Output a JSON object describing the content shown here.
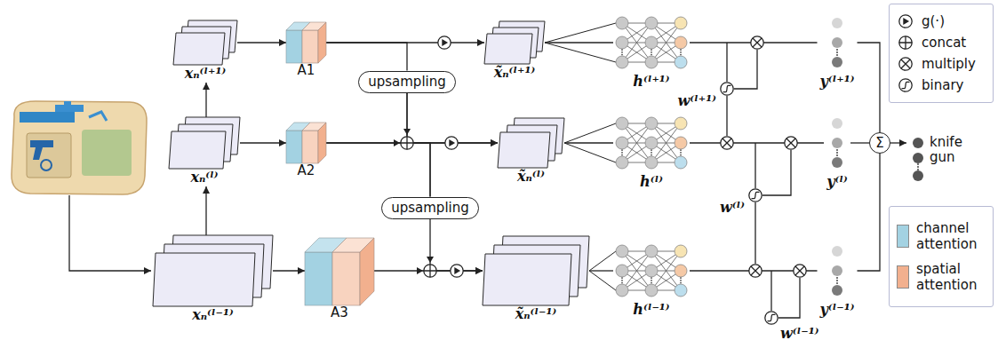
{
  "diagram": {
    "nodes": [
      {
        "text": [
          "xₙ⁽ˡ⁺¹⁾"
        ]
      },
      {
        "text": [
          "xₙ⁽ˡ⁾"
        ]
      },
      {
        "text": [
          "xₙ⁽ˡ⁻¹⁾"
        ]
      },
      {
        "text": [
          "A1"
        ]
      },
      {
        "text": [
          "A2"
        ]
      },
      {
        "text": [
          "A3"
        ]
      },
      {
        "text": [
          "upsampling"
        ]
      },
      {
        "text": [
          "upsampling"
        ]
      },
      {
        "text": [
          "x̃ₙ⁽ˡ⁺¹⁾"
        ]
      },
      {
        "text": [
          "x̃ₙ⁽ˡ⁾"
        ]
      },
      {
        "text": [
          "x̃ₙ⁽ˡ⁻¹⁾"
        ]
      },
      {
        "text": [
          "h⁽ˡ⁺¹⁾"
        ]
      },
      {
        "text": [
          "h⁽ˡ⁾"
        ]
      },
      {
        "text": [
          "h⁽ˡ⁻¹⁾"
        ]
      },
      {
        "text": [
          "y⁽ˡ⁺¹⁾"
        ]
      },
      {
        "text": [
          "y⁽ˡ⁾"
        ]
      },
      {
        "text": [
          "y⁽ˡ⁻¹⁾"
        ]
      },
      {
        "text": [
          "Σ"
        ]
      },
      {
        "text": [
          "knife",
          "gun"
        ]
      }
    ],
    "edges": [
      {
        "from": 2,
        "to": 1,
        "arrow": "to"
      },
      {
        "from": 1,
        "to": 0,
        "arrow": "to"
      },
      {
        "from": 0,
        "to": 3,
        "arrow": "to"
      },
      {
        "from": 1,
        "to": 4,
        "arrow": "to"
      },
      {
        "from": 2,
        "to": 5,
        "arrow": "to"
      },
      {
        "from": 3,
        "to": 6,
        "arrow": "none"
      },
      {
        "from": 3,
        "to": 8,
        "arrow": "to"
      },
      {
        "from": 6,
        "to": 9,
        "arrow": "to"
      },
      {
        "from": 4,
        "to": 9,
        "arrow": "to"
      },
      {
        "from": 4,
        "to": 7,
        "arrow": "none"
      },
      {
        "from": 6,
        "to": 7,
        "arrow": "none"
      },
      {
        "from": 7,
        "to": 10,
        "arrow": "to"
      },
      {
        "from": 5,
        "to": 10,
        "arrow": "to"
      },
      {
        "from": 8,
        "to": 11,
        "arrow": "none"
      },
      {
        "from": 9,
        "to": 12,
        "arrow": "none"
      },
      {
        "from": 10,
        "to": 13,
        "arrow": "none"
      },
      {
        "from": 11,
        "to": 14,
        "arrow": "none"
      },
      {
        "from": 12,
        "to": 15,
        "arrow": "none"
      },
      {
        "from": 13,
        "to": 16,
        "arrow": "none"
      },
      {
        "from": 14,
        "to": 17,
        "arrow": "none"
      },
      {
        "from": 15,
        "to": 17,
        "arrow": "none"
      },
      {
        "from": 16,
        "to": 17,
        "arrow": "none"
      },
      {
        "from": 17,
        "to": 18,
        "arrow": "to"
      }
    ],
    "labels": [
      "w⁽ˡ⁺¹⁾",
      "w⁽ˡ⁾",
      "w⁽ˡ⁻¹⁾"
    ],
    "legend": [
      {
        "text": "g(·)"
      },
      {
        "text": "concat"
      },
      {
        "text": "multiply"
      },
      {
        "text": "binary"
      },
      {
        "text": "channel attention",
        "color": "#a3d2e2"
      },
      {
        "text": "spatial attention",
        "color": "#f2b08e"
      }
    ]
  }
}
